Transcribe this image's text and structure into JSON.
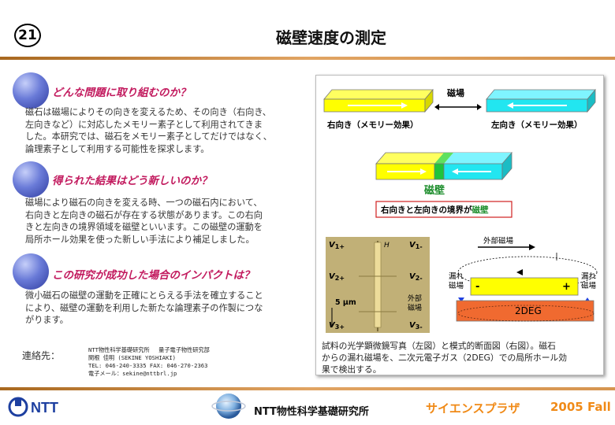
{
  "header": {
    "number": "21",
    "title": "磁壁速度の測定"
  },
  "sections": [
    {
      "heading": "どんな問題に取り組むのか？",
      "lines": [
        "磁石は磁場によりその向きを変えるため、その向き（右向き、",
        "左向きなど）に対応したメモリー素子として利用されてきま",
        "した。本研究では、磁石をメモリー素子としてだけではなく、",
        "論理素子として利用する可能性を探求します。"
      ]
    },
    {
      "heading": "得られた結果はどう新しいのか？",
      "lines": [
        "磁場により磁石の向きを変える時、一つの磁石内において、",
        "右向きと左向きの磁石が存在する状態があります。この右向",
        "きと左向きの境界領域を磁壁といいます。この磁壁の運動を",
        "局所ホール効果を使った新しい手法により補足しました。"
      ]
    },
    {
      "heading": "この研究が成功した場合のインパクトは？",
      "lines": [
        "微小磁石の磁壁の運動を正確にとらえる手法を確立すること",
        "により、磁壁の運動を利用した新たな論理素子の作製につな",
        "がります。"
      ]
    }
  ],
  "contact": {
    "label": "連絡先：",
    "lines": [
      "NTT物性科学基礎研究所　 量子電子物性研究部",
      "関根 佳明 (SEKINE YOSHIAKI)",
      "TEL: 046-240-3335 FAX: 046-270-2363",
      "電子メール：sekine@nttbrl.jp"
    ]
  },
  "figure": {
    "field_label": "磁場",
    "right_label": "右向き（メモリー効果）",
    "left_label": "左向き（メモリー効果）",
    "wall_label": "磁壁",
    "boundary_prefix": "右向きと左向きの境界が",
    "boundary_suffix": "磁壁",
    "micro": {
      "labels": [
        "V",
        "1+",
        "H",
        "V",
        "1-",
        "V",
        "2+",
        "V",
        "2-",
        "5 μm",
        "外部",
        "磁場",
        "V",
        "3+",
        "V",
        "3-"
      ]
    },
    "cross": {
      "external_field": "外部磁場",
      "leak_left": [
        "漏れ",
        "磁場"
      ],
      "leak_right": [
        "漏れ",
        "磁場"
      ],
      "minus": "-",
      "plus": "+",
      "layer": "2DEG"
    },
    "caption": [
      "試料の光学顕微鏡写真（左図）と模式的断面図（右図）。磁石",
      "からの漏れ磁場を、二次元電子ガス（2DEG）での局所ホール効",
      "果で検出する。"
    ]
  },
  "footer": {
    "logo_text": "NTT",
    "org": "NTT物性科学基礎研究所",
    "event": "サイエンスプラザ",
    "year": "2005 Fall"
  },
  "colors": {
    "accent_magenta": "#c21a5e",
    "bar_brown": "#c17d35",
    "yellow_magnet": "#ffff00",
    "cyan_magnet": "#22e6f0",
    "wall_green": "#1fc43c",
    "orange_layer": "#f06a30",
    "footer_orange": "#f08a17"
  }
}
